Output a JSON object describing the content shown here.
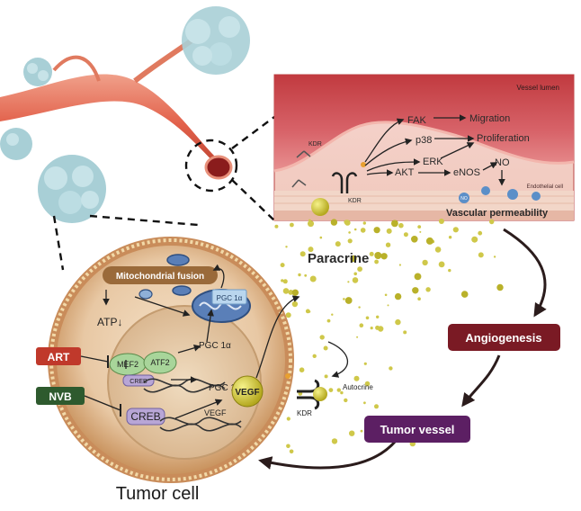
{
  "figure": {
    "title": "Tumor cell",
    "paracrine": "Paracrine",
    "autocrine": "Autocrine"
  },
  "vessel": {
    "lumen": "Vessel lumen",
    "endothelial": "Endothelial cell",
    "kdr_small": "KDR",
    "kdr": "KDR",
    "signals": {
      "fak": "FAK",
      "p38": "p38",
      "erk": "ERK",
      "akt": "AKT",
      "enos": "eNOS",
      "no": "NO",
      "no_small": "NO"
    },
    "outcomes": {
      "migration": "Migration",
      "proliferation": "Proliferation",
      "permeability": "Vascular permeability"
    }
  },
  "cell": {
    "mito_fusion": "Mitochondrial fusion",
    "pgc_box": "PGC 1α",
    "atp": "ATP↓",
    "mef2": "MEF2",
    "atf2": "ATF2",
    "creb_small": "CREB",
    "creb_big": "CREB",
    "pgc_text_1": "PGC 1α",
    "pgc_text_2": "PGC 1α",
    "vegf_text": "VEGF",
    "vegf_ball": "VEGF",
    "kdr_membrane": "KDR"
  },
  "drugs": {
    "art": "ART",
    "nvb": "NVB"
  },
  "flow": {
    "angiogenesis": "Angiogenesis",
    "tumor_vessel": "Tumor vessel"
  },
  "colors": {
    "angiogenesis": "#7a1a24",
    "tumor_vessel": "#5c1f63",
    "art": "#c0392b",
    "nvb": "#2e5a2e",
    "vegf": "#c9c43a",
    "mito_fusion": "#9a6a3a"
  }
}
